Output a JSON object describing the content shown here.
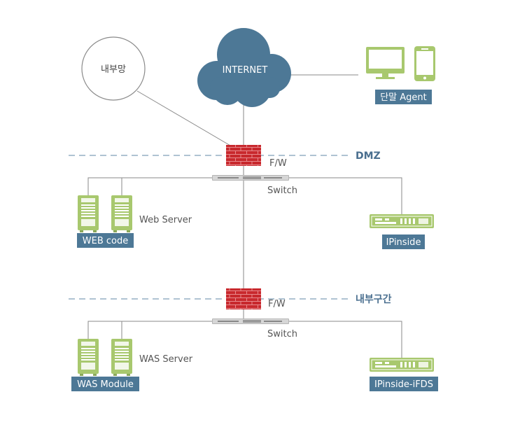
{
  "internal_network_label": "내부망",
  "internet_label": "INTERNET",
  "terminal_label": "단말 Agent",
  "dmz_zone": {
    "zone_label": "DMZ",
    "firewall_label": "F/W",
    "switch_label": "Switch",
    "server_group_label": "Web Server",
    "server_tag": "WEB code",
    "appliance_tag": "IPinside"
  },
  "internal_zone": {
    "zone_label": "내부구간",
    "firewall_label": "F/W",
    "switch_label": "Switch",
    "server_group_label": "WAS Server",
    "server_tag": "WAS Module",
    "appliance_tag": "IPinside-iFDS"
  },
  "colors": {
    "cloud": "#4d7896",
    "tag_bg": "#4d7896",
    "firewall": "#c8282d",
    "server": "#a8c86e",
    "appliance": "#a8c86e",
    "monitor": "#a8c86e",
    "zone_line": "#7f9fb8",
    "line": "#8a8a8a"
  }
}
